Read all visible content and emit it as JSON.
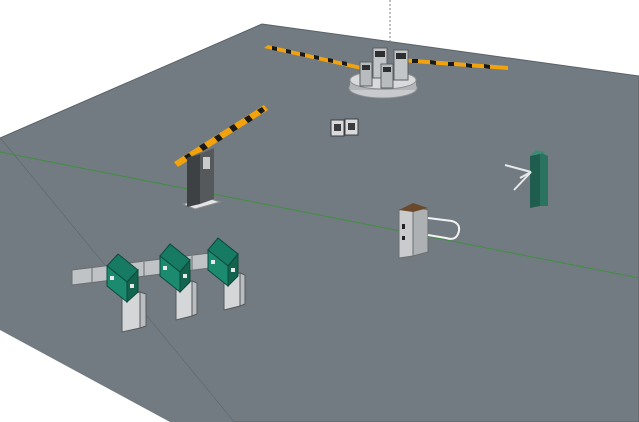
{
  "viewport": {
    "background_color": "#ffffff",
    "ground_color": "#727b81",
    "ground_edge_color": "#5a6268",
    "green_axis_color": "#3f8f3f",
    "vertical_axis_style": "dotted"
  },
  "objects": [
    {
      "name": "boom-barrier-double-arm",
      "arm_colors": [
        "#f2a20c",
        "#1a1a1a"
      ],
      "base_color": "#c8cacd"
    },
    {
      "name": "boom-barrier-single-arm",
      "arm_colors": [
        "#f2a20c",
        "#1a1a1a"
      ],
      "cabinet_color": "#4a4d50"
    },
    {
      "name": "small-device-pair",
      "color": "#d9dadb"
    },
    {
      "name": "tripod-turnstile",
      "cabinet_color": "#1f5e4e",
      "arm_color": "#e6e8ea"
    },
    {
      "name": "swing-gate",
      "body_color": "#b9bbbd",
      "top_color": "#6a4a2a"
    },
    {
      "name": "flap-barrier-lanes",
      "count": 3,
      "top_color": "#177a63",
      "body_color": "#d4d6d8",
      "rail_color": "#c0c3c6"
    }
  ]
}
